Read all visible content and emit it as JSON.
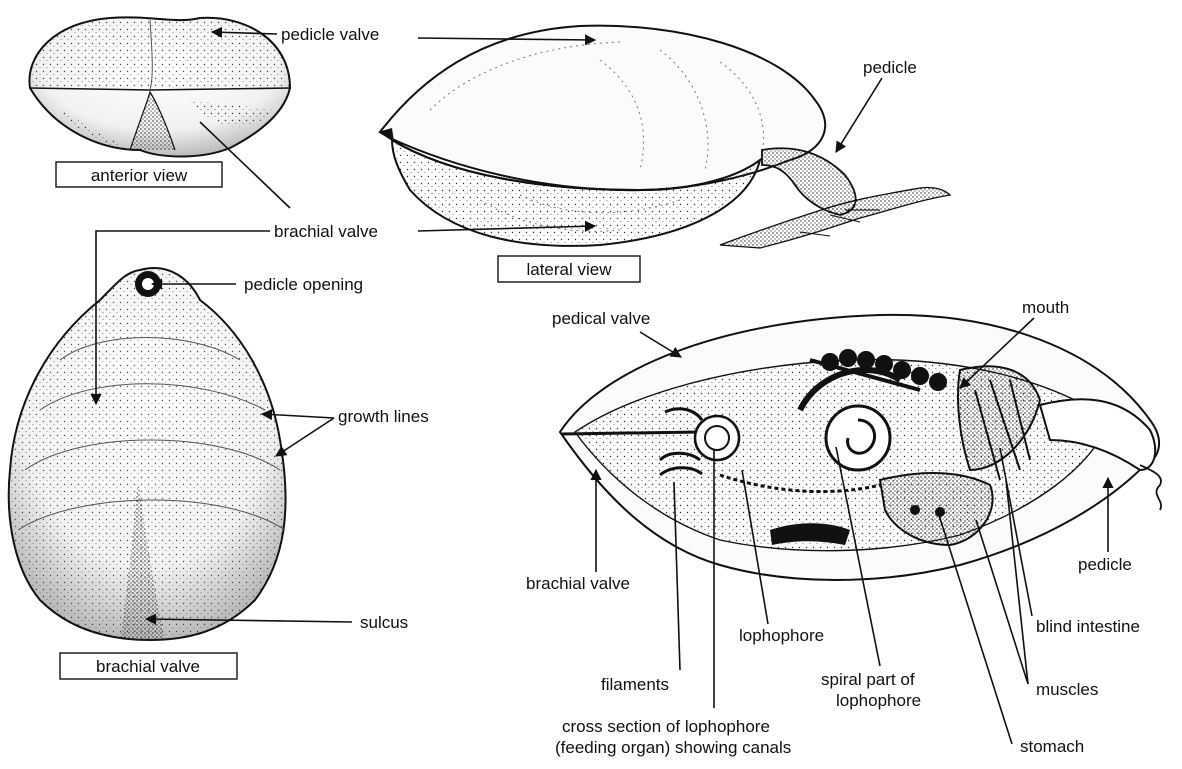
{
  "labels": {
    "pedicle_valve": "pedicle valve",
    "pedicle_top": "pedicle",
    "anterior_view": "anterior view",
    "brachial_valve_top": "brachial valve",
    "lateral_view": "lateral view",
    "pedicle_opening": "pedicle opening",
    "growth_lines": "growth lines",
    "sulcus": "sulcus",
    "brachial_valve_bottom": "brachial valve",
    "pedical_valve": "pedical valve",
    "mouth": "mouth",
    "brachial_valve_section": "brachial valve",
    "pedicle_section": "pedicle",
    "lophophore": "lophophore",
    "blind_intestine": "blind intestine",
    "filaments": "filaments",
    "spiral_line1": "spiral part of",
    "spiral_line2": "lophophore",
    "muscles": "muscles",
    "cross_line1": "cross section of lophophore",
    "cross_line2": "(feeding organ) showing canals",
    "stomach": "stomach"
  }
}
